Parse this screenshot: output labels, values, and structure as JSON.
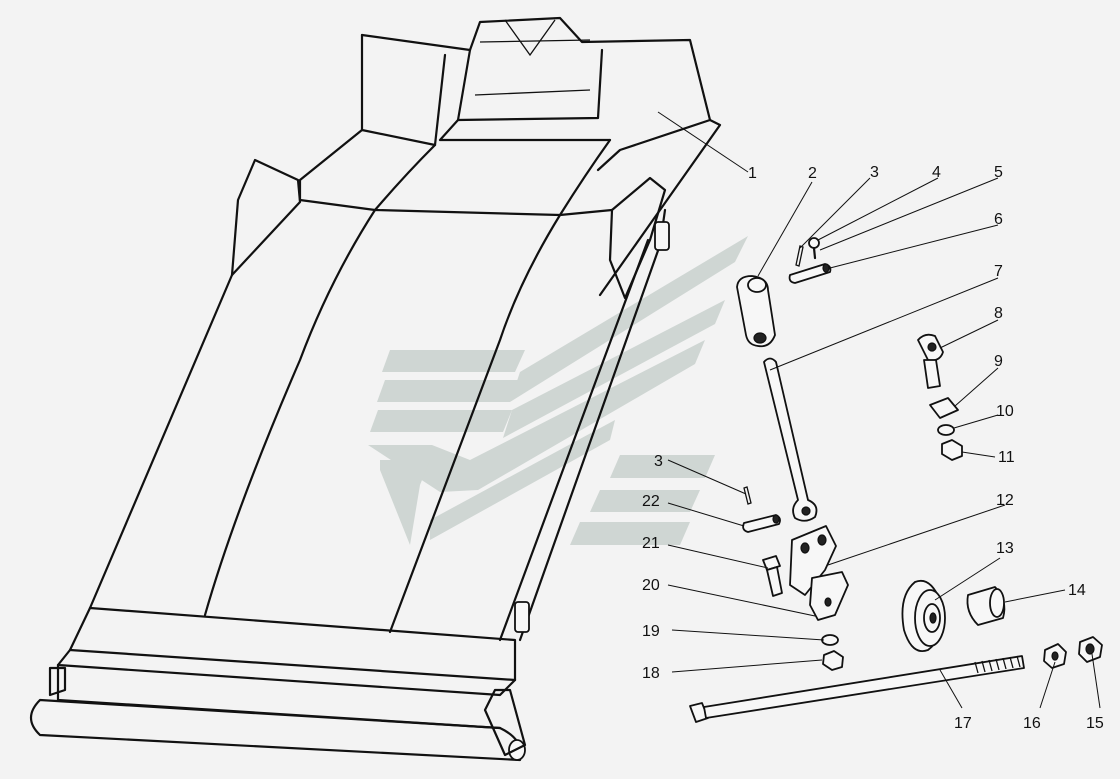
{
  "callouts": [
    {
      "id": "1",
      "label": "1"
    },
    {
      "id": "2",
      "label": "2"
    },
    {
      "id": "3a",
      "label": "3"
    },
    {
      "id": "4",
      "label": "4"
    },
    {
      "id": "5",
      "label": "5"
    },
    {
      "id": "6",
      "label": "6"
    },
    {
      "id": "7",
      "label": "7"
    },
    {
      "id": "8",
      "label": "8"
    },
    {
      "id": "9",
      "label": "9"
    },
    {
      "id": "10",
      "label": "10"
    },
    {
      "id": "11",
      "label": "11"
    },
    {
      "id": "12",
      "label": "12"
    },
    {
      "id": "13",
      "label": "13"
    },
    {
      "id": "14",
      "label": "14"
    },
    {
      "id": "15",
      "label": "15"
    },
    {
      "id": "16",
      "label": "16"
    },
    {
      "id": "17",
      "label": "17"
    },
    {
      "id": "18",
      "label": "18"
    },
    {
      "id": "19",
      "label": "19"
    },
    {
      "id": "20",
      "label": "20"
    },
    {
      "id": "21",
      "label": "21"
    },
    {
      "id": "3b",
      "label": "3"
    },
    {
      "id": "22",
      "label": "22"
    }
  ],
  "colors": {
    "background": "#f3f3f3",
    "line": "#111111",
    "watermark": "#cfd6d3"
  }
}
